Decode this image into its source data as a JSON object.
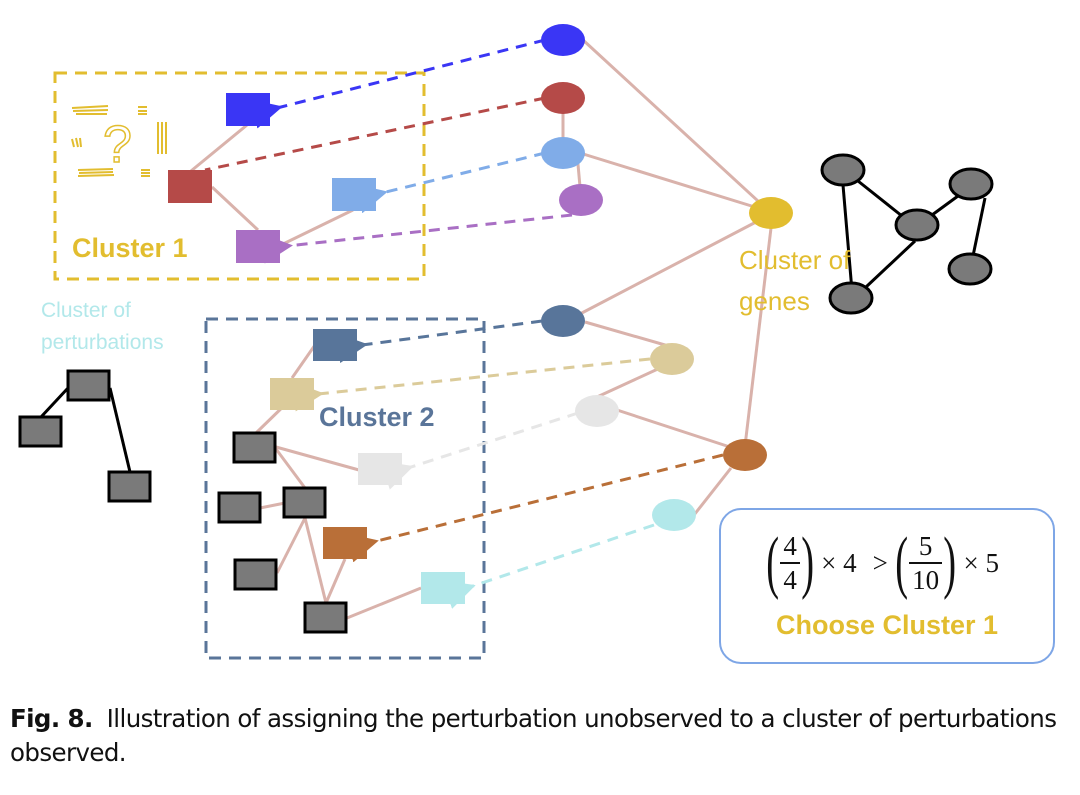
{
  "labels": {
    "cluster1": "Cluster 1",
    "cluster2": "Cluster 2",
    "cluster_of_perturbations_line1": "Cluster of",
    "cluster_of_perturbations_line2": "perturbations",
    "cluster_of_genes_line1": "Cluster of",
    "cluster_of_genes_line2": "genes",
    "question_mark": "?"
  },
  "formula": {
    "left_fraction_num": "4",
    "left_fraction_den": "4",
    "left_multiplier": "× 4",
    "comparator": ">",
    "right_fraction_num": "5",
    "right_fraction_den": "10",
    "right_multiplier": "× 5",
    "result": "Choose Cluster 1"
  },
  "caption": {
    "fig_label": "Fig. 8.",
    "text": "Illustration of assigning the perturbation unobserved to a cluster of perturbations observed."
  },
  "colors": {
    "cluster1_border": "#e2bd2f",
    "cluster2_border": "#5a7599",
    "edge": "#d9b2ab",
    "blue": "#3a36f5",
    "red": "#b54a48",
    "light_blue": "#80ace8",
    "purple": "#a96fc4",
    "gene_hub": "#e2bd2f",
    "steel_blue": "#58759a",
    "tan": "#dbcb9a",
    "light_gray": "#e6e6e6",
    "orange_brown": "#b96f38",
    "cyan": "#b2e8ea",
    "gray_node": "#7a7a7a",
    "perturbation_label": "#b2e8ea",
    "formula_border": "#7ea6e6"
  },
  "graph": {
    "gene_nodes": [
      {
        "id": "g_blue",
        "color_key": "blue"
      },
      {
        "id": "g_red",
        "color_key": "red"
      },
      {
        "id": "g_lightblue",
        "color_key": "light_blue"
      },
      {
        "id": "g_purple",
        "color_key": "purple"
      },
      {
        "id": "g_hub",
        "color_key": "gene_hub"
      },
      {
        "id": "g_steel",
        "color_key": "steel_blue"
      },
      {
        "id": "g_tan",
        "color_key": "tan"
      },
      {
        "id": "g_gray",
        "color_key": "light_gray"
      },
      {
        "id": "g_orange",
        "color_key": "orange_brown"
      },
      {
        "id": "g_cyan",
        "color_key": "cyan"
      }
    ],
    "perturbation_nodes_cluster1": [
      "p_blue",
      "p_red",
      "p_lightblue",
      "p_purple"
    ],
    "perturbation_nodes_cluster2": [
      "p_steel",
      "p_tan",
      "p_gray",
      "p_orange",
      "p_cyan",
      "p_d1",
      "p_d2",
      "p_d3",
      "p_d4",
      "p_d5"
    ],
    "gene_edges": [
      [
        "g_blue",
        "g_hub"
      ],
      [
        "g_red",
        "g_lightblue"
      ],
      [
        "g_lightblue",
        "g_purple"
      ],
      [
        "g_lightblue",
        "g_hub"
      ],
      [
        "g_hub",
        "g_steel"
      ],
      [
        "g_hub",
        "g_orange"
      ],
      [
        "g_steel",
        "g_tan"
      ],
      [
        "g_tan",
        "g_gray"
      ],
      [
        "g_gray",
        "g_orange"
      ],
      [
        "g_orange",
        "g_cyan"
      ]
    ],
    "mapping_arrows": [
      [
        "g_blue",
        "p_blue"
      ],
      [
        "g_red",
        "p_red"
      ],
      [
        "g_lightblue",
        "p_lightblue"
      ],
      [
        "g_purple",
        "p_purple"
      ],
      [
        "g_steel",
        "p_steel"
      ],
      [
        "g_tan",
        "p_tan"
      ],
      [
        "g_gray",
        "p_gray"
      ],
      [
        "g_orange",
        "p_orange"
      ],
      [
        "g_cyan",
        "p_cyan"
      ]
    ]
  }
}
